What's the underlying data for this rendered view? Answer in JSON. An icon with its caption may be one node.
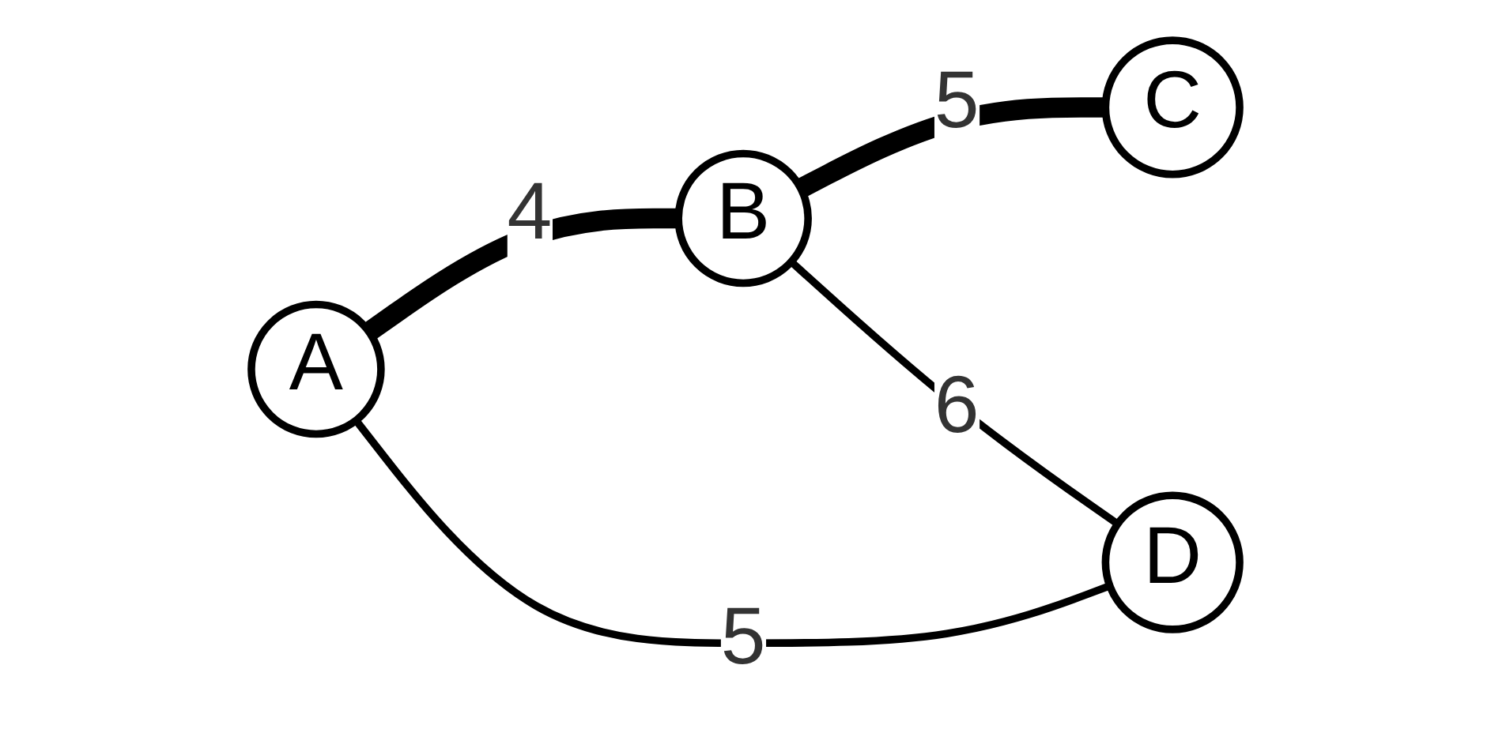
{
  "diagram": {
    "nodes": [
      {
        "text": [
          "A"
        ]
      },
      {
        "text": [
          "B"
        ]
      },
      {
        "text": [
          "C"
        ]
      },
      {
        "text": [
          "D"
        ]
      }
    ],
    "edges": [
      {
        "from": 0,
        "to": 1,
        "arrow": "none",
        "label": "4",
        "style": "thick"
      },
      {
        "from": 1,
        "to": 2,
        "arrow": "none",
        "label": "5",
        "style": "thick"
      },
      {
        "from": 1,
        "to": 3,
        "arrow": "none",
        "label": "6"
      },
      {
        "from": 0,
        "to": 3,
        "arrow": "none",
        "label": "5"
      }
    ]
  }
}
